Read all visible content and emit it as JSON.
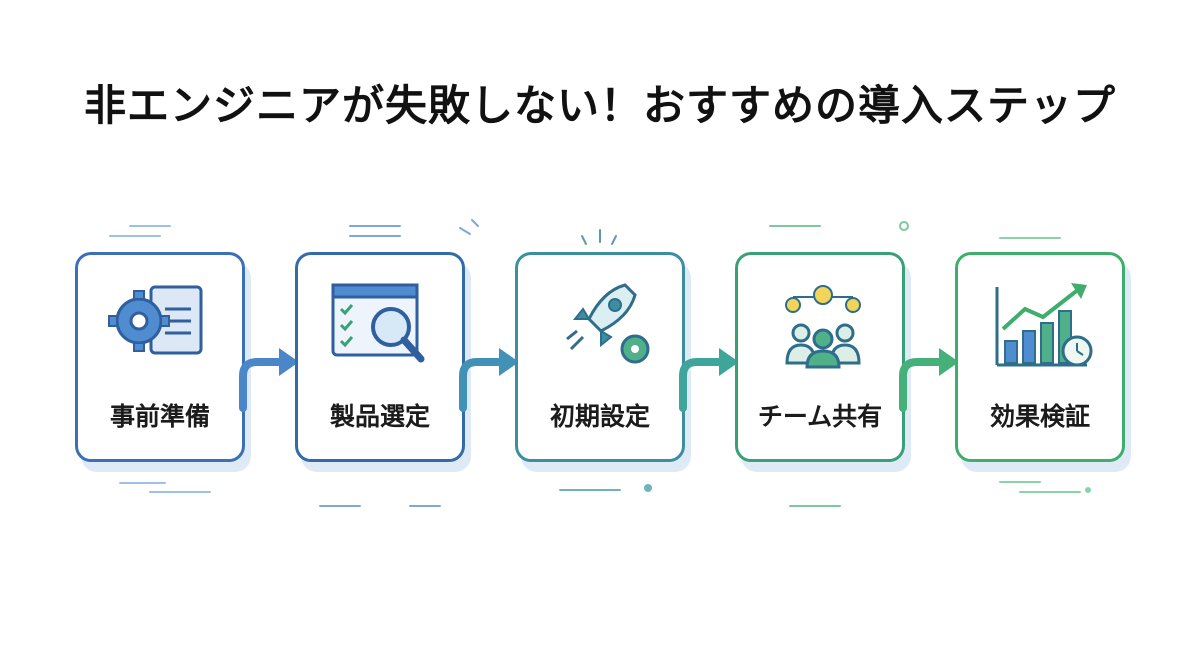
{
  "title": "非エンジニアが失敗しない！おすすめの導入ステップ",
  "steps": [
    {
      "label": "事前準備",
      "icon": "gear-document-icon",
      "color": "#3b6fb6"
    },
    {
      "label": "製品選定",
      "icon": "checklist-magnifier-icon",
      "color": "#336aa8"
    },
    {
      "label": "初期設定",
      "icon": "rocket-gear-icon",
      "color": "#3d8fa0"
    },
    {
      "label": "チーム共有",
      "icon": "team-ideas-icon",
      "color": "#3aa077"
    },
    {
      "label": "効果検証",
      "icon": "growth-chart-clock-icon",
      "color": "#3fae6c"
    }
  ]
}
